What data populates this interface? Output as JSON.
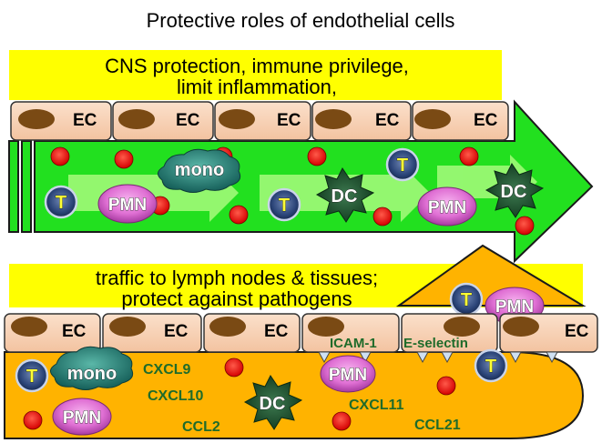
{
  "title": "Protective roles of endothelial cells",
  "top_panel": {
    "caption_line1": "CNS protection, immune privilege,",
    "caption_line2": "limit inflammation,",
    "ec_label": "EC",
    "cells": {
      "mono": "mono",
      "pmn": "PMN",
      "dc": "DC",
      "t": "T"
    }
  },
  "bottom_panel": {
    "caption_line1": "traffic to lymph nodes & tissues;",
    "caption_line2": "protect against pathogens",
    "ec_label": "EC",
    "cells": {
      "mono": "mono",
      "pmn": "PMN",
      "dc": "DC",
      "t": "T"
    },
    "molecules": {
      "icam": "ICAM-1",
      "eselectin": "E-selectin",
      "cxcl9": "CXCL9",
      "cxcl10": "CXCL10",
      "cxcl11": "CXCL11",
      "ccl2": "CCL2",
      "ccl21": "CCL21"
    }
  },
  "colors": {
    "caption_band": "#ffff00",
    "ec_fill": "#f9cfb0",
    "nucleus": "#7a4a14",
    "vessel_top": "#22e01f",
    "arrow_light": "#b9ff8a",
    "vessel_bottom": "#ffb300",
    "rbc": "#ee1111",
    "pmn": "#e46bd8",
    "t_cell": "#1f3a6e",
    "dc": "#1f5c2e",
    "mono": "#1e7a6e"
  }
}
